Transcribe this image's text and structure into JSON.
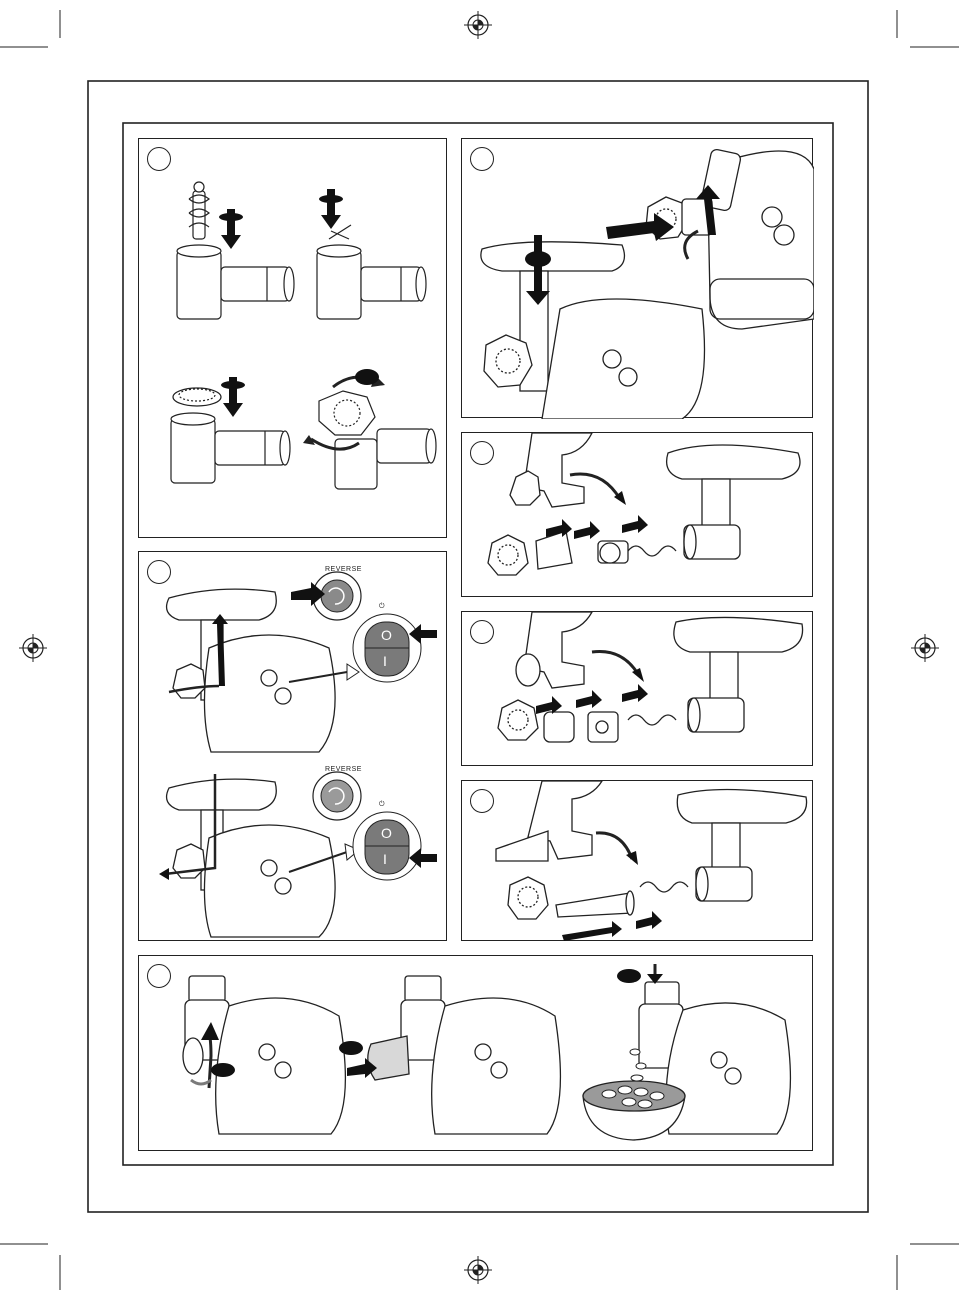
{
  "panels": [
    {
      "id": "assembly-grinder",
      "step": ""
    },
    {
      "id": "fit-to-motor",
      "step": ""
    },
    {
      "id": "operation-reverse",
      "step": ""
    },
    {
      "id": "kebbe-attachment",
      "step": ""
    },
    {
      "id": "sausage-attachment-juicer",
      "step": ""
    },
    {
      "id": "sausage-filler",
      "step": ""
    },
    {
      "id": "slicer-attachment",
      "step": ""
    }
  ],
  "controls": {
    "reverse_label_1": "REVERSE",
    "reverse_label_2": "REVERSE",
    "on_symbol_1": "I",
    "off_symbol_1": "O",
    "on_symbol_2": "I",
    "off_symbol_2": "O",
    "power_mark_1": "⏻",
    "power_mark_2": "⏻"
  },
  "colors": {
    "line": "#222222",
    "fill_grey": "#7a7a7a",
    "light_grey": "#d8d8d8",
    "background": "#ffffff"
  }
}
